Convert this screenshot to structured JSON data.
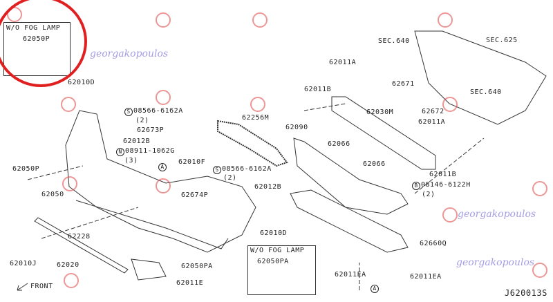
{
  "watermark": "georgakopoulos",
  "diagram_code": "J620013S",
  "front_label": "FRONT",
  "insets": [
    {
      "title": "W/O FOG LAMP",
      "part": "62050P"
    },
    {
      "title": "W/O FOG LAMP",
      "part": "62050PA"
    }
  ],
  "callouts": {
    "S": "S",
    "N": "N",
    "B": "B",
    "A": "A"
  },
  "labels": {
    "p62010D_a": "62010D",
    "s08566_a": "08566-6162A",
    "qty2_a": "(2)",
    "p62673P": "62673P",
    "p62012B_a": "62012B",
    "n08911": "08911-1062G",
    "qty3": "(3)",
    "p62010F": "62010F",
    "p62050P": "62050P",
    "s08566_b": "08566-6162A",
    "qty2_b": "(2)",
    "p62012B_b": "62012B",
    "p62050": "62050",
    "p62674P": "62674P",
    "p62256M": "62256M",
    "p62090": "62090",
    "p62010D_b": "62010D",
    "p62228": "62228",
    "p62010J": "62010J",
    "p62020": "62020",
    "p62050PA": "62050PA",
    "p62011E": "62011E",
    "sec640_a": "SEC.640",
    "sec625": "SEC.625",
    "sec640_b": "SEC.640",
    "p62011A_a": "62011A",
    "p62671": "62671",
    "p62011B_a": "62011B",
    "p62030M": "62030M",
    "p62672": "62672",
    "p62011A_b": "62011A",
    "p62066_a": "62066",
    "p62066_b": "62066",
    "p62011B_b": "62011B",
    "b08146": "08146-6122H",
    "qty2_c": "(2)",
    "p62660Q": "62660Q",
    "p62011EA_a": "62011EA",
    "p62011EA_b": "62011EA"
  }
}
